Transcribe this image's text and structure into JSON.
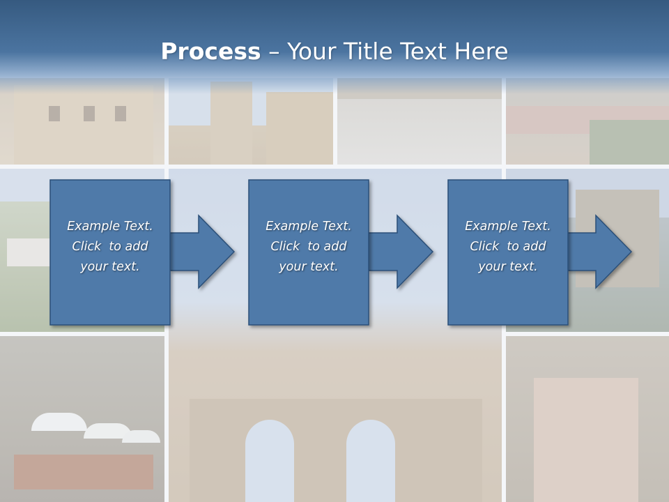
{
  "slide": {
    "title_bold": "Process",
    "title_rest": " – Your Title Text Here"
  },
  "steps": [
    {
      "line1": "Example Text.",
      "line2": "Click  to add",
      "line3": "your text."
    },
    {
      "line1": "Example Text.",
      "line2": "Click  to add",
      "line3": "your text."
    },
    {
      "line1": "Example Text.",
      "line2": "Click  to add",
      "line3": "your text."
    }
  ],
  "colors": {
    "header": "#4b74a0",
    "box_fill": "#4f7aa9",
    "box_border": "#2b4f78",
    "arrow_fill": "#4f7aa9"
  }
}
